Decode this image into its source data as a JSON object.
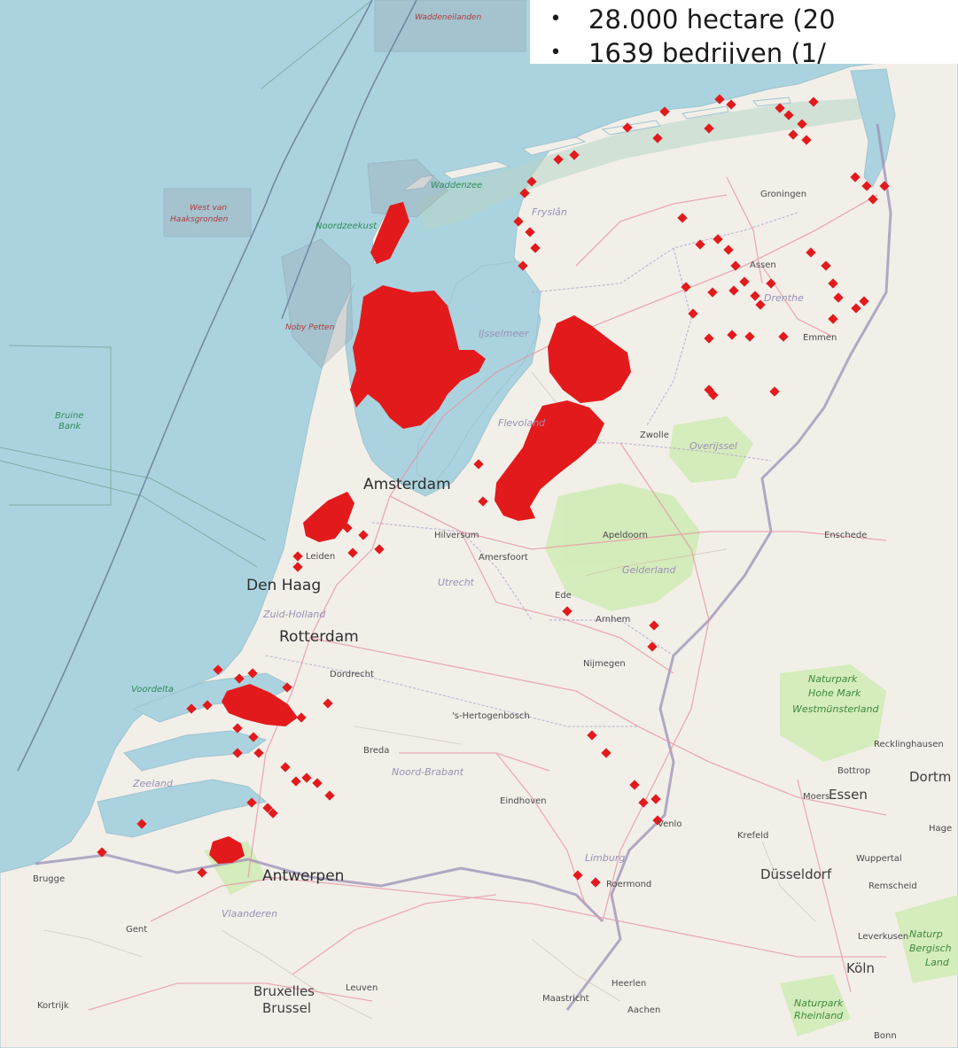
{
  "bullets": [
    {
      "text": "28.000 hectare (20"
    },
    {
      "text": "1639 bedrijven (1/"
    }
  ],
  "labels": {
    "cities": {
      "amsterdam": "Amsterdam",
      "den_haag": "Den Haag",
      "rotterdam": "Rotterdam",
      "antwerpen": "Antwerpen",
      "bruxelles": "Bruxelles",
      "brussel": "Brussel",
      "dusseldorf": "Düsseldorf",
      "koln": "Köln",
      "essen": "Essen",
      "dortmund": "Dortm",
      "brugge": "Brugge",
      "gent": "Gent",
      "kortrijk": "Kortrijk",
      "leuven": "Leuven",
      "maastricht": "Maastricht",
      "aachen": "Aachen",
      "heerlen": "Heerlen",
      "roermond": "Roermond",
      "venlo": "Venlo",
      "krefeld": "Krefeld",
      "wuppertal": "Wuppertal",
      "remscheid": "Remscheid",
      "leverkusen": "Leverkusen",
      "bonn": "Bonn",
      "moers": "Moers",
      "bottrop": "Bottrop",
      "recklinghausen": "Recklinghausen",
      "eindhoven": "Eindhoven",
      "breda": "Breda",
      "hertogenbosch": "'s-Hertogenbosch",
      "nijmegen": "Nijmegen",
      "arnhem": "Arnhem",
      "ede": "Ede",
      "apeldoorn": "Apeldoorn",
      "enschede": "Enschede",
      "zwolle": "Zwolle",
      "emmen": "Emmen",
      "assen": "Assen",
      "groningen": "Groningen",
      "hilversum": "Hilversum",
      "amersfoort": "Amersfoort",
      "leiden": "Leiden",
      "dordrecht": "Dordrecht",
      "hagen": "Hage"
    },
    "provinces": {
      "friesland": "Fryslân",
      "drenthe": "Drenthe",
      "overijssel": "Overijssel",
      "gelderland": "Gelderland",
      "utrecht": "Utrecht",
      "zuid_holland": "Zuid-Holland",
      "noord_brabant": "Noord-Brabant",
      "zeeland": "Zeeland",
      "limburg": "Limburg",
      "vlaanderen": "Vlaanderen",
      "flevoland": "Flevoland"
    },
    "water": {
      "waddenzee": "Waddenzee",
      "noordzeekust": "Noordzeekust",
      "voordelta": "Voordelta",
      "ijsselmeer": "IJsselmeer"
    },
    "sea_areas": {
      "waddeneilanden": "Waddeneilanden",
      "west_van_1": "West van",
      "west_van_2": "Haaksgronden",
      "noby_petten": "Noby Petten",
      "bruine_bank_1": "Bruine",
      "bruine_bank_2": "Bank"
    },
    "parks": {
      "hohe_mark_1": "Naturpark",
      "hohe_mark_2": "Hohe Mark",
      "hohe_mark_3": "Westmünsterland",
      "bergisch_1": "Naturp",
      "bergisch_2": "Bergisch",
      "bergisch_3": "Land",
      "rheinland_1": "Naturpark",
      "rheinland_2": "Rheinland"
    }
  },
  "colors": {
    "sea": "#aad3df",
    "land": "#f2efe9",
    "marker": "#e31a1c",
    "border": "#9c8fb6",
    "road": "#e892a2",
    "forest": "#cdebb0",
    "wadden_flat": "#b7d6c7"
  },
  "markers": {
    "description_visible": false,
    "clusters": [
      {
        "id": "noord-holland",
        "lon": 4.85,
        "lat": 52.62
      },
      {
        "id": "noordoostpolder",
        "lon": 5.75,
        "lat": 52.7
      },
      {
        "id": "flevoland-zuid",
        "lon": 5.55,
        "lat": 52.45
      },
      {
        "id": "texel",
        "lon": 4.8,
        "lat": 53.08
      },
      {
        "id": "bollenstreek",
        "lon": 4.5,
        "lat": 52.3
      },
      {
        "id": "goeree-overflakkee",
        "lon": 4.15,
        "lat": 51.76
      }
    ]
  }
}
